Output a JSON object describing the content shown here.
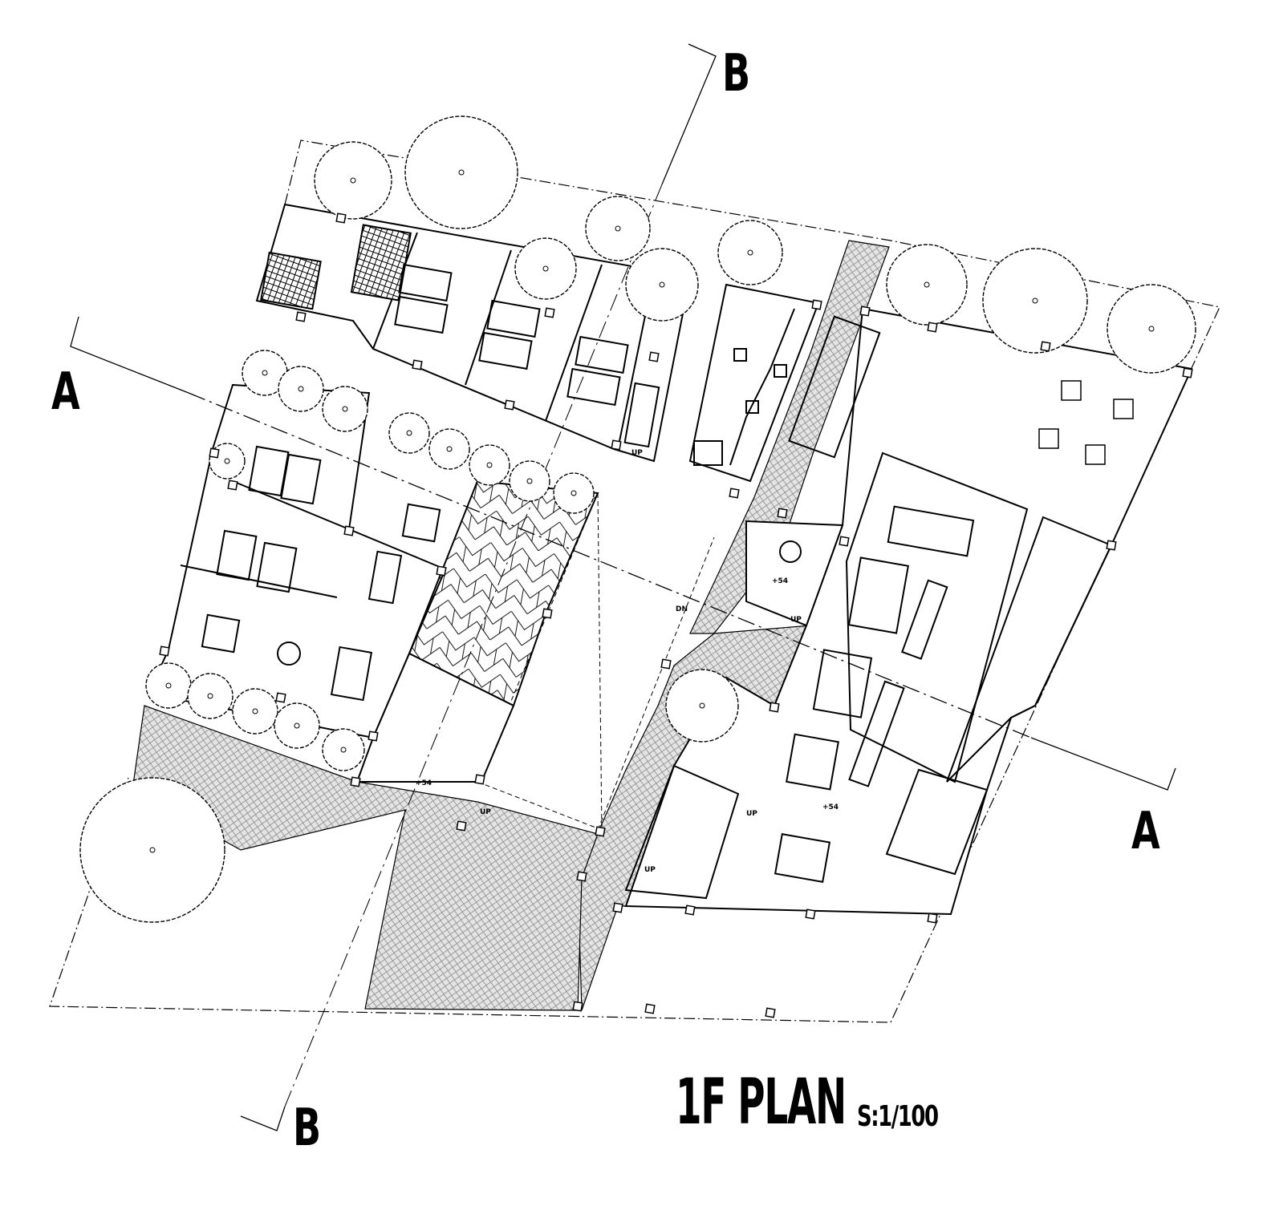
{
  "drawing": {
    "title": "1F PLAN",
    "scale": "S:1/100",
    "section_labels": {
      "a_left": "A",
      "a_right": "A",
      "b_top": "B",
      "b_bottom": "B"
    },
    "level_marks": [
      "+54",
      "+54",
      "+54"
    ],
    "stair_labels": {
      "up_1": "UP",
      "up_2": "UP",
      "up_3": "UP",
      "up_4": "UP",
      "up_5": "UP",
      "dn_1": "DN"
    }
  },
  "colors": {
    "line": "#000000",
    "paving": "#8a8a8a",
    "background": "#ffffff"
  }
}
